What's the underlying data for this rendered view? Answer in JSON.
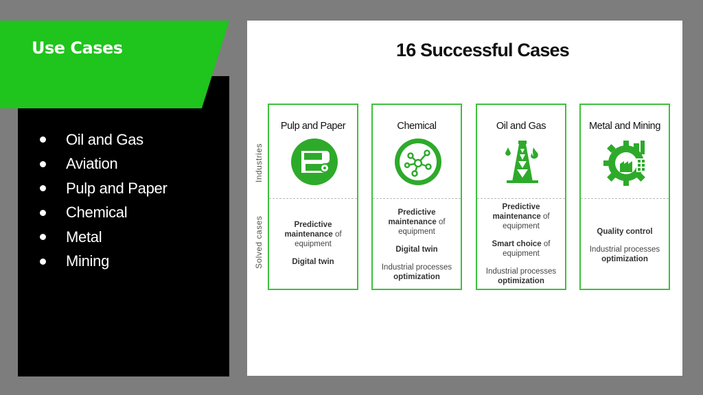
{
  "slide_title": "Use Cases",
  "bullets": [
    "Oil and Gas",
    "Aviation",
    "Pulp and Paper",
    "Chemical",
    "Metal",
    "Mining"
  ],
  "panel": {
    "title": "16 Successful Cases",
    "industries_label": "Industries",
    "solved_label": "Solved cases",
    "cards": [
      {
        "title": "Pulp and Paper",
        "icon": "paper-roll-icon",
        "cases": [
          {
            "bold": "Predictive maintenance",
            "rest": " of equipment"
          },
          {
            "bold": "Digital twin",
            "rest": ""
          }
        ]
      },
      {
        "title": "Chemical",
        "icon": "molecule-icon",
        "cases": [
          {
            "bold": "Predictive maintenance",
            "rest": " of equipment"
          },
          {
            "bold": "Digital twin",
            "rest": ""
          },
          {
            "pre": "Industrial processes ",
            "bold": "optimization",
            "rest": ""
          }
        ]
      },
      {
        "title": "Oil and Gas",
        "icon": "oil-rig-icon",
        "cases": [
          {
            "bold": "Predictive maintenance",
            "rest": " of equipment"
          },
          {
            "bold": "Smart choice",
            "rest": " of equipment"
          },
          {
            "pre": "Industrial processes ",
            "bold": "optimization",
            "rest": ""
          }
        ]
      },
      {
        "title": "Metal and Mining",
        "icon": "factory-gear-icon",
        "cases": [
          {
            "bold": "Quality control",
            "rest": ""
          },
          {
            "pre": "Industrial processes ",
            "bold": "optimization",
            "rest": ""
          }
        ]
      }
    ]
  },
  "colors": {
    "accent": "#1fc41c",
    "card_border": "#3fbf3c",
    "icon_green": "#2eaa2b",
    "background": "#7d7d7d"
  }
}
